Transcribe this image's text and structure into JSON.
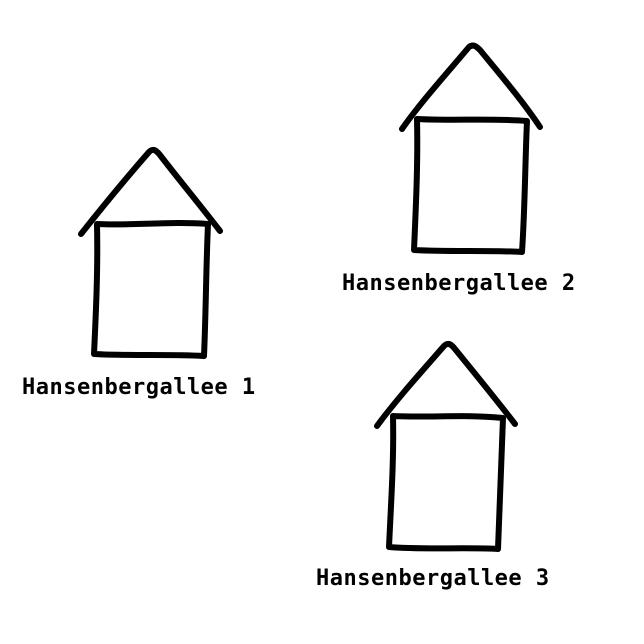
{
  "houses": [
    {
      "label": "Hansenbergallee 1",
      "icon": "house-icon"
    },
    {
      "label": "Hansenbergallee 2",
      "icon": "house-icon"
    },
    {
      "label": "Hansenbergallee 3",
      "icon": "house-icon"
    }
  ],
  "colors": {
    "background": "#ffffff",
    "ink": "#000000"
  }
}
